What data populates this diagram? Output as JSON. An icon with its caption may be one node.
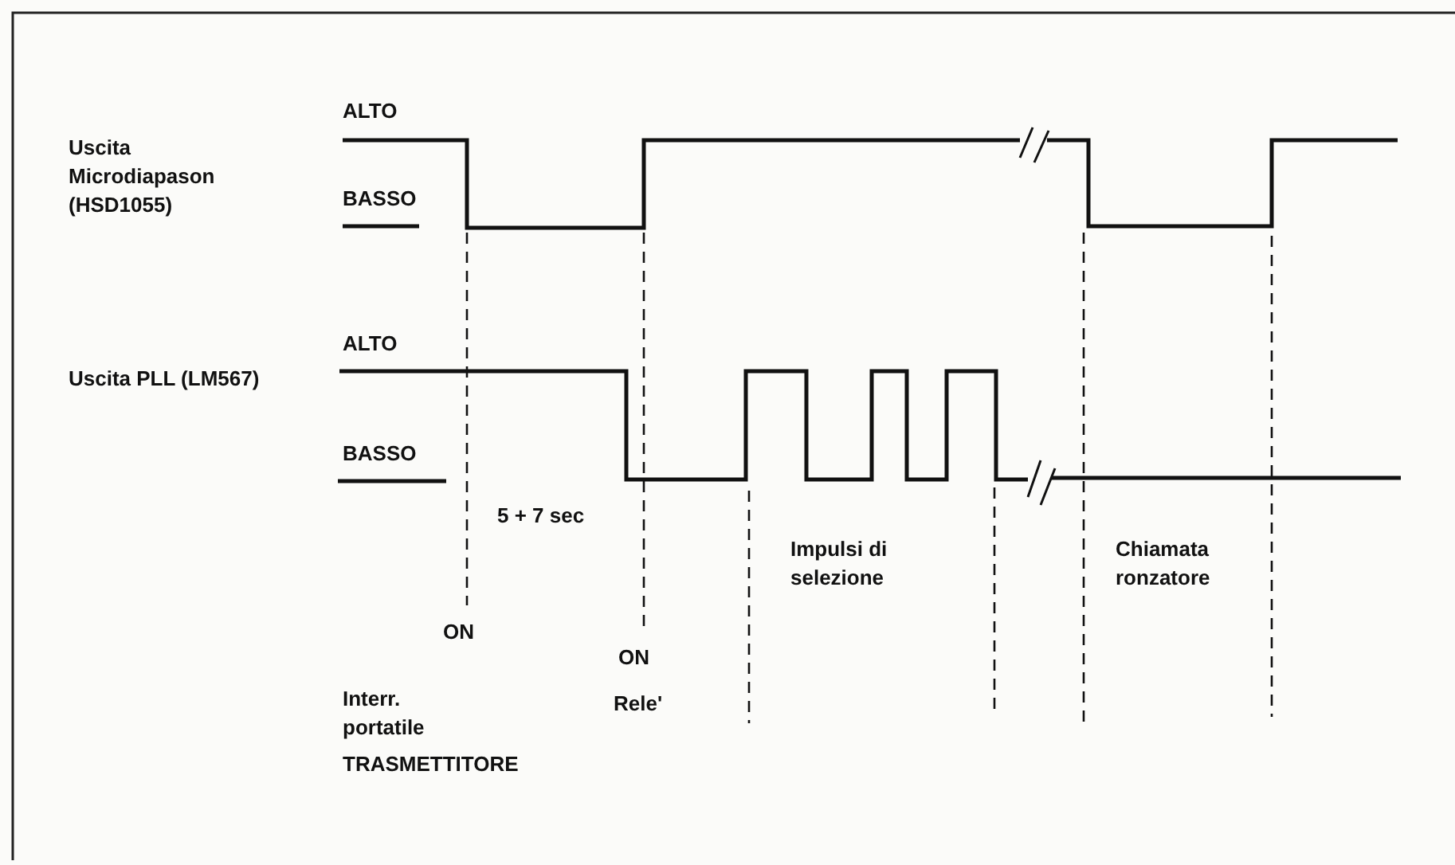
{
  "diagram": {
    "labels": [
      "ALTO",
      "Uscita Microdiapason (HSD1055)",
      "BASSO",
      "ALTO",
      "Uscita PLL (LM567)",
      "BASSO",
      "5 + 7 sec",
      "Impulsi di selezione",
      "Chiamata ronzatore",
      "ON",
      "ON",
      "Interr. portatile",
      "Rele'",
      "TRASMETTITORE"
    ]
  }
}
